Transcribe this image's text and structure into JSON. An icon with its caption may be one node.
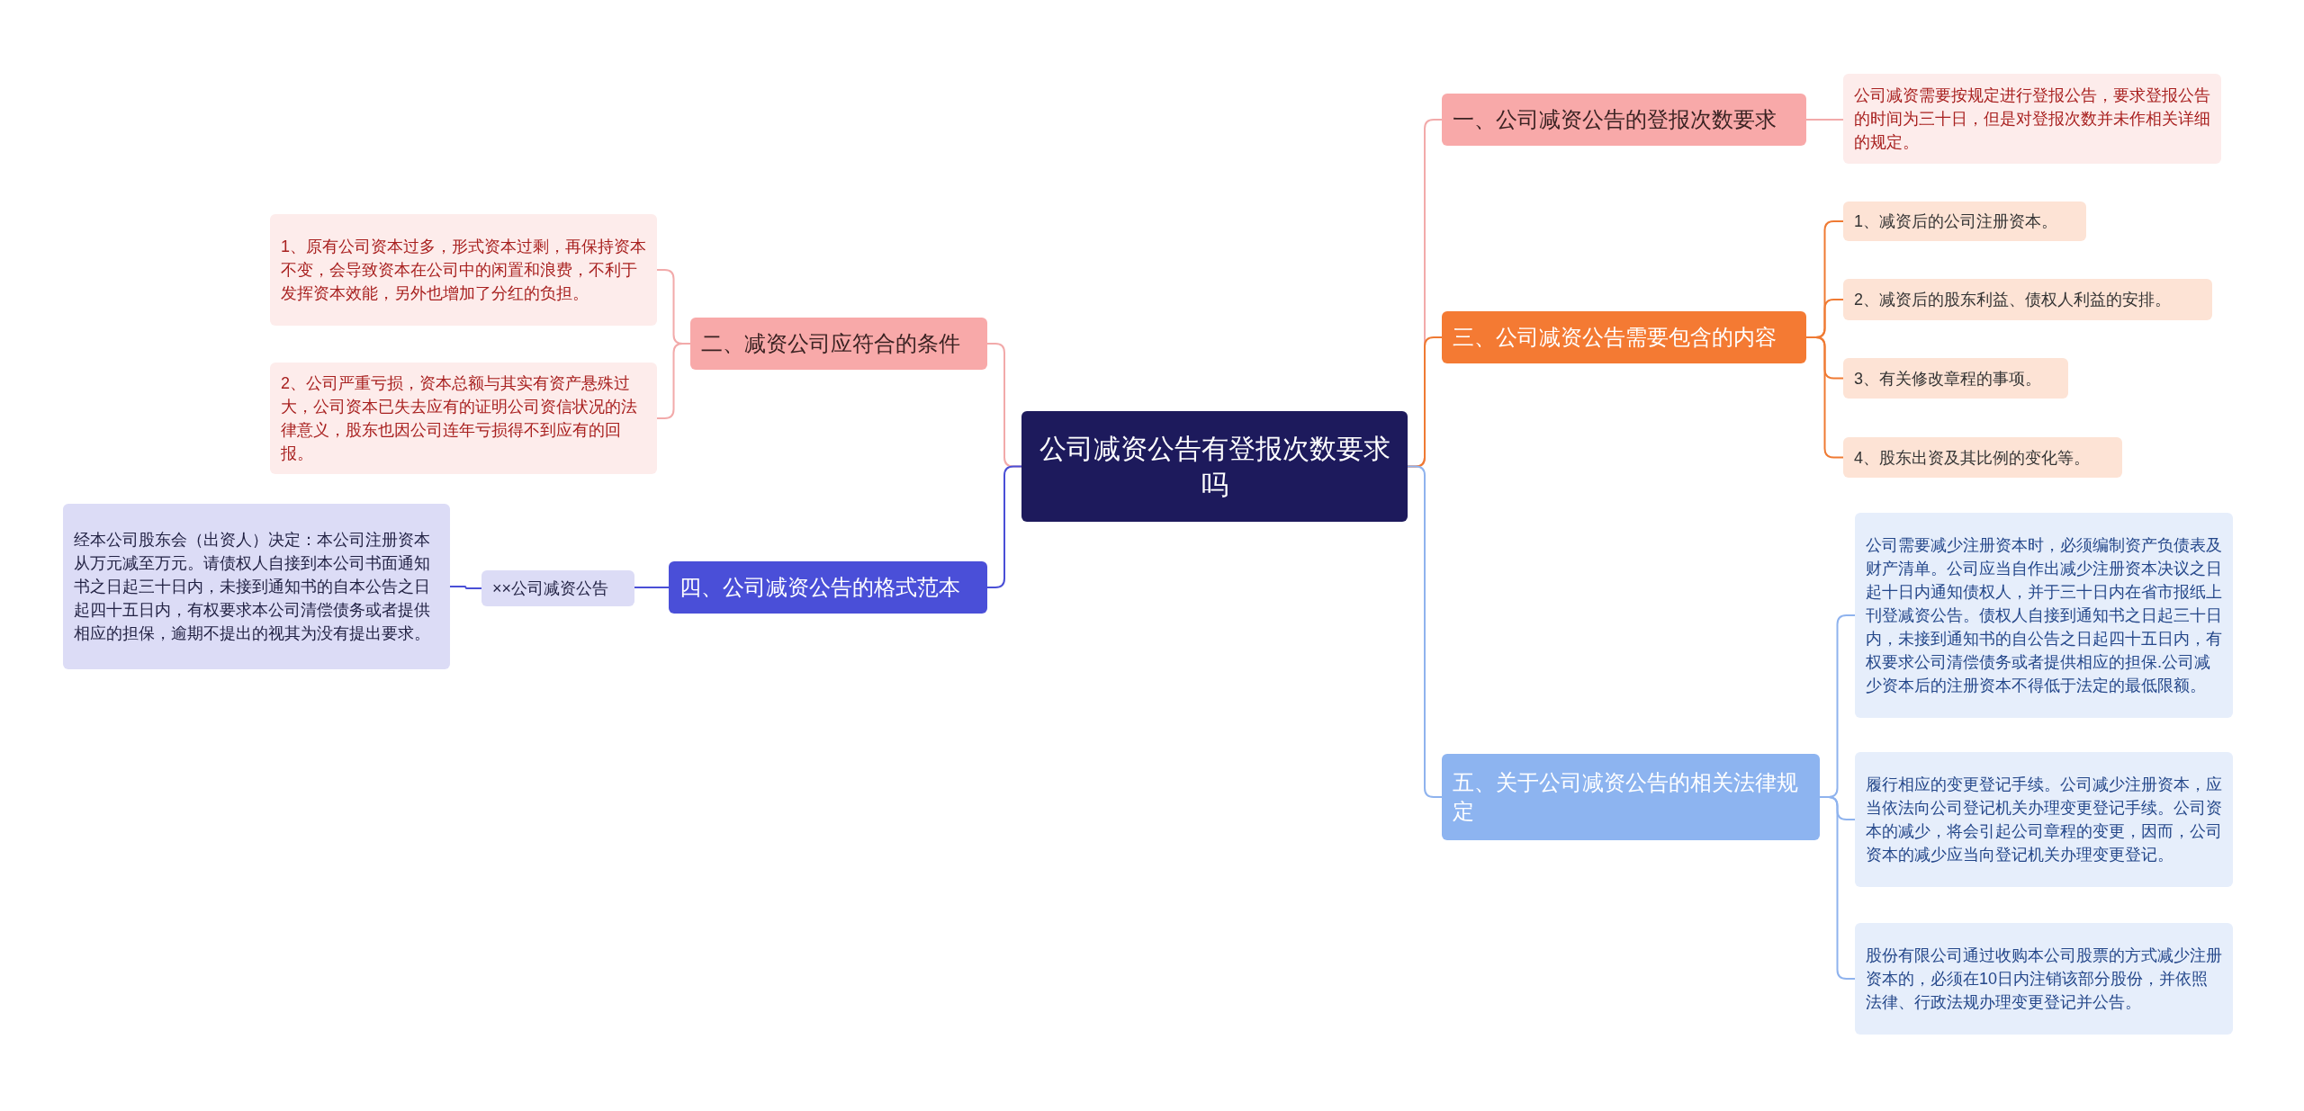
{
  "diagram": {
    "nodes": [
      {
        "text": [
          "公司减资公告有登报次数要求吗"
        ]
      },
      {
        "text": [
          "一、公司减资公告的登报次数要求"
        ]
      },
      {
        "text": [
          "公司减资需要按规定进行登报公告，要求登报公告的时间为三十日，但是对登报次数并未作相关详细的规定。"
        ]
      },
      {
        "text": [
          "二、减资公司应符合的条件"
        ]
      },
      {
        "text": [
          "1、原有公司资本过多，形式资本过剩，再保持资本不变，会导致资本在公司中的闲置和浪费，不利于发挥资本效能，另外也增加了分红的负担。"
        ]
      },
      {
        "text": [
          "2、公司严重亏损，资本总额与其实有资产悬殊过大，公司资本已失去应有的证明公司资信状况的法律意义，股东也因公司连年亏损得不到应有的回报。"
        ]
      },
      {
        "text": [
          "三、公司减资公告需要包含的内容"
        ]
      },
      {
        "text": [
          "1、减资后的公司注册资本。"
        ]
      },
      {
        "text": [
          "2、减资后的股东利益、债权人利益的安排。"
        ]
      },
      {
        "text": [
          "3、有关修改章程的事项。"
        ]
      },
      {
        "text": [
          "4、股东出资及其比例的变化等。"
        ]
      },
      {
        "text": [
          "四、公司减资公告的格式范本"
        ]
      },
      {
        "text": [
          "××公司减资公告"
        ]
      },
      {
        "text": [
          "经本公司股东会（出资人）决定：本公司注册资本从万元减至万元。请债权人自接到本公司书面通知书之日起三十日内，未接到通知书的自本公告之日起四十五日内，有权要求本公司清偿债务或者提供相应的担保，逾期不提出的视其为没有提出要求。"
        ]
      },
      {
        "text": [
          "五、关于公司减资公告的相关法律规定"
        ]
      },
      {
        "text": [
          "公司需要减少注册资本时，必须编制资产负债表及财产清单。公司应当自作出减少注册资本决议之日起十日内通知债权人，并于三十日内在省市报纸上刊登减资公告。债权人自接到通知书之日起三十日内，未接到通知书的自公告之日起四十五日内，有权要求公司清偿债务或者提供相应的担保.公司减少资本后的注册资本不得低于法定的最低限额。"
        ]
      },
      {
        "text": [
          "履行相应的变更登记手续。公司减少注册资本，应当依法向公司登记机关办理变更登记手续。公司资本的减少，将会引起公司章程的变更，因而，公司资本的减少应当向登记机关办理变更登记。"
        ]
      },
      {
        "text": [
          "股份有限公司通过收购本公司股票的方式减少注册资本的，必须在10日内注销该部分股份，并依照法律、行政法规办理变更登记并公告。"
        ]
      }
    ],
    "edges": [
      {
        "from": 0,
        "to": 1,
        "arrow": "none",
        "color": "#f2aaaa"
      },
      {
        "from": 1,
        "to": 2,
        "arrow": "none",
        "color": "#f2aaaa"
      },
      {
        "from": 0,
        "to": 3,
        "arrow": "none",
        "color": "#f2aaaa"
      },
      {
        "from": 3,
        "to": 4,
        "arrow": "none",
        "color": "#f2aaaa"
      },
      {
        "from": 3,
        "to": 5,
        "arrow": "none",
        "color": "#f2aaaa"
      },
      {
        "from": 0,
        "to": 6,
        "arrow": "none",
        "color": "#ef7a33"
      },
      {
        "from": 6,
        "to": 7,
        "arrow": "none",
        "color": "#ef7a33"
      },
      {
        "from": 6,
        "to": 8,
        "arrow": "none",
        "color": "#ef7a33"
      },
      {
        "from": 6,
        "to": 9,
        "arrow": "none",
        "color": "#ef7a33"
      },
      {
        "from": 6,
        "to": 10,
        "arrow": "none",
        "color": "#ef7a33"
      },
      {
        "from": 0,
        "to": 11,
        "arrow": "none",
        "color": "#4a4fd6"
      },
      {
        "from": 11,
        "to": 12,
        "arrow": "none",
        "color": "#4a4fd6"
      },
      {
        "from": 12,
        "to": 13,
        "arrow": "none",
        "color": "#4a4fd6"
      },
      {
        "from": 0,
        "to": 14,
        "arrow": "none",
        "color": "#8fb3ee"
      },
      {
        "from": 14,
        "to": 15,
        "arrow": "none",
        "color": "#8fb3ee"
      },
      {
        "from": 14,
        "to": 16,
        "arrow": "none",
        "color": "#8fb3ee"
      },
      {
        "from": 14,
        "to": 17,
        "arrow": "none",
        "color": "#8fb3ee"
      }
    ]
  }
}
